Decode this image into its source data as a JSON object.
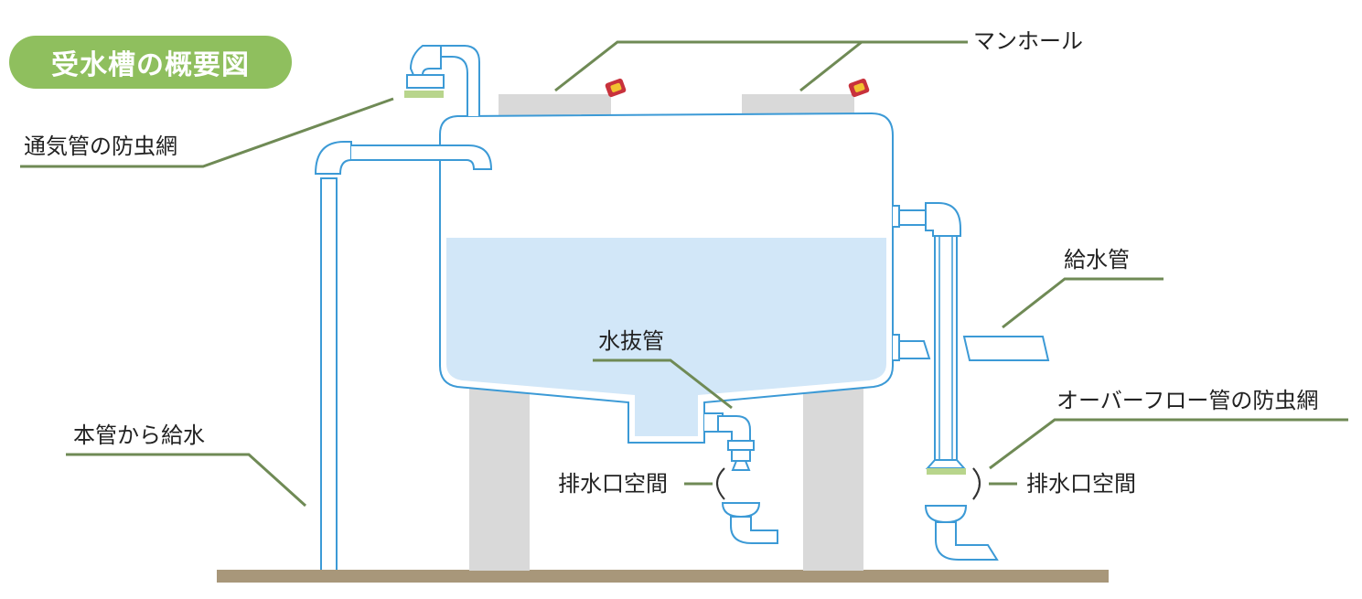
{
  "title": "受水槽の概要図",
  "labels": {
    "manhole": "マンホール",
    "vent_screen": "通気管の防虫網",
    "supply_pipe": "給水管",
    "drain_pipe": "水抜管",
    "overflow_screen": "オーバーフロー管の防虫網",
    "main_supply": "本管から給水",
    "air_gap_left": "排水口空間",
    "air_gap_right": "排水口空間"
  },
  "colors": {
    "title_bg": "#8fbf5e",
    "leader": "#6f8a55",
    "pipe_stroke": "#3c9ad6",
    "water": "#d2e7f8",
    "support": "#d9d9d9",
    "ground": "#a8977a",
    "screen": "#b8d58c",
    "manhole_lock": "#c8323c"
  }
}
